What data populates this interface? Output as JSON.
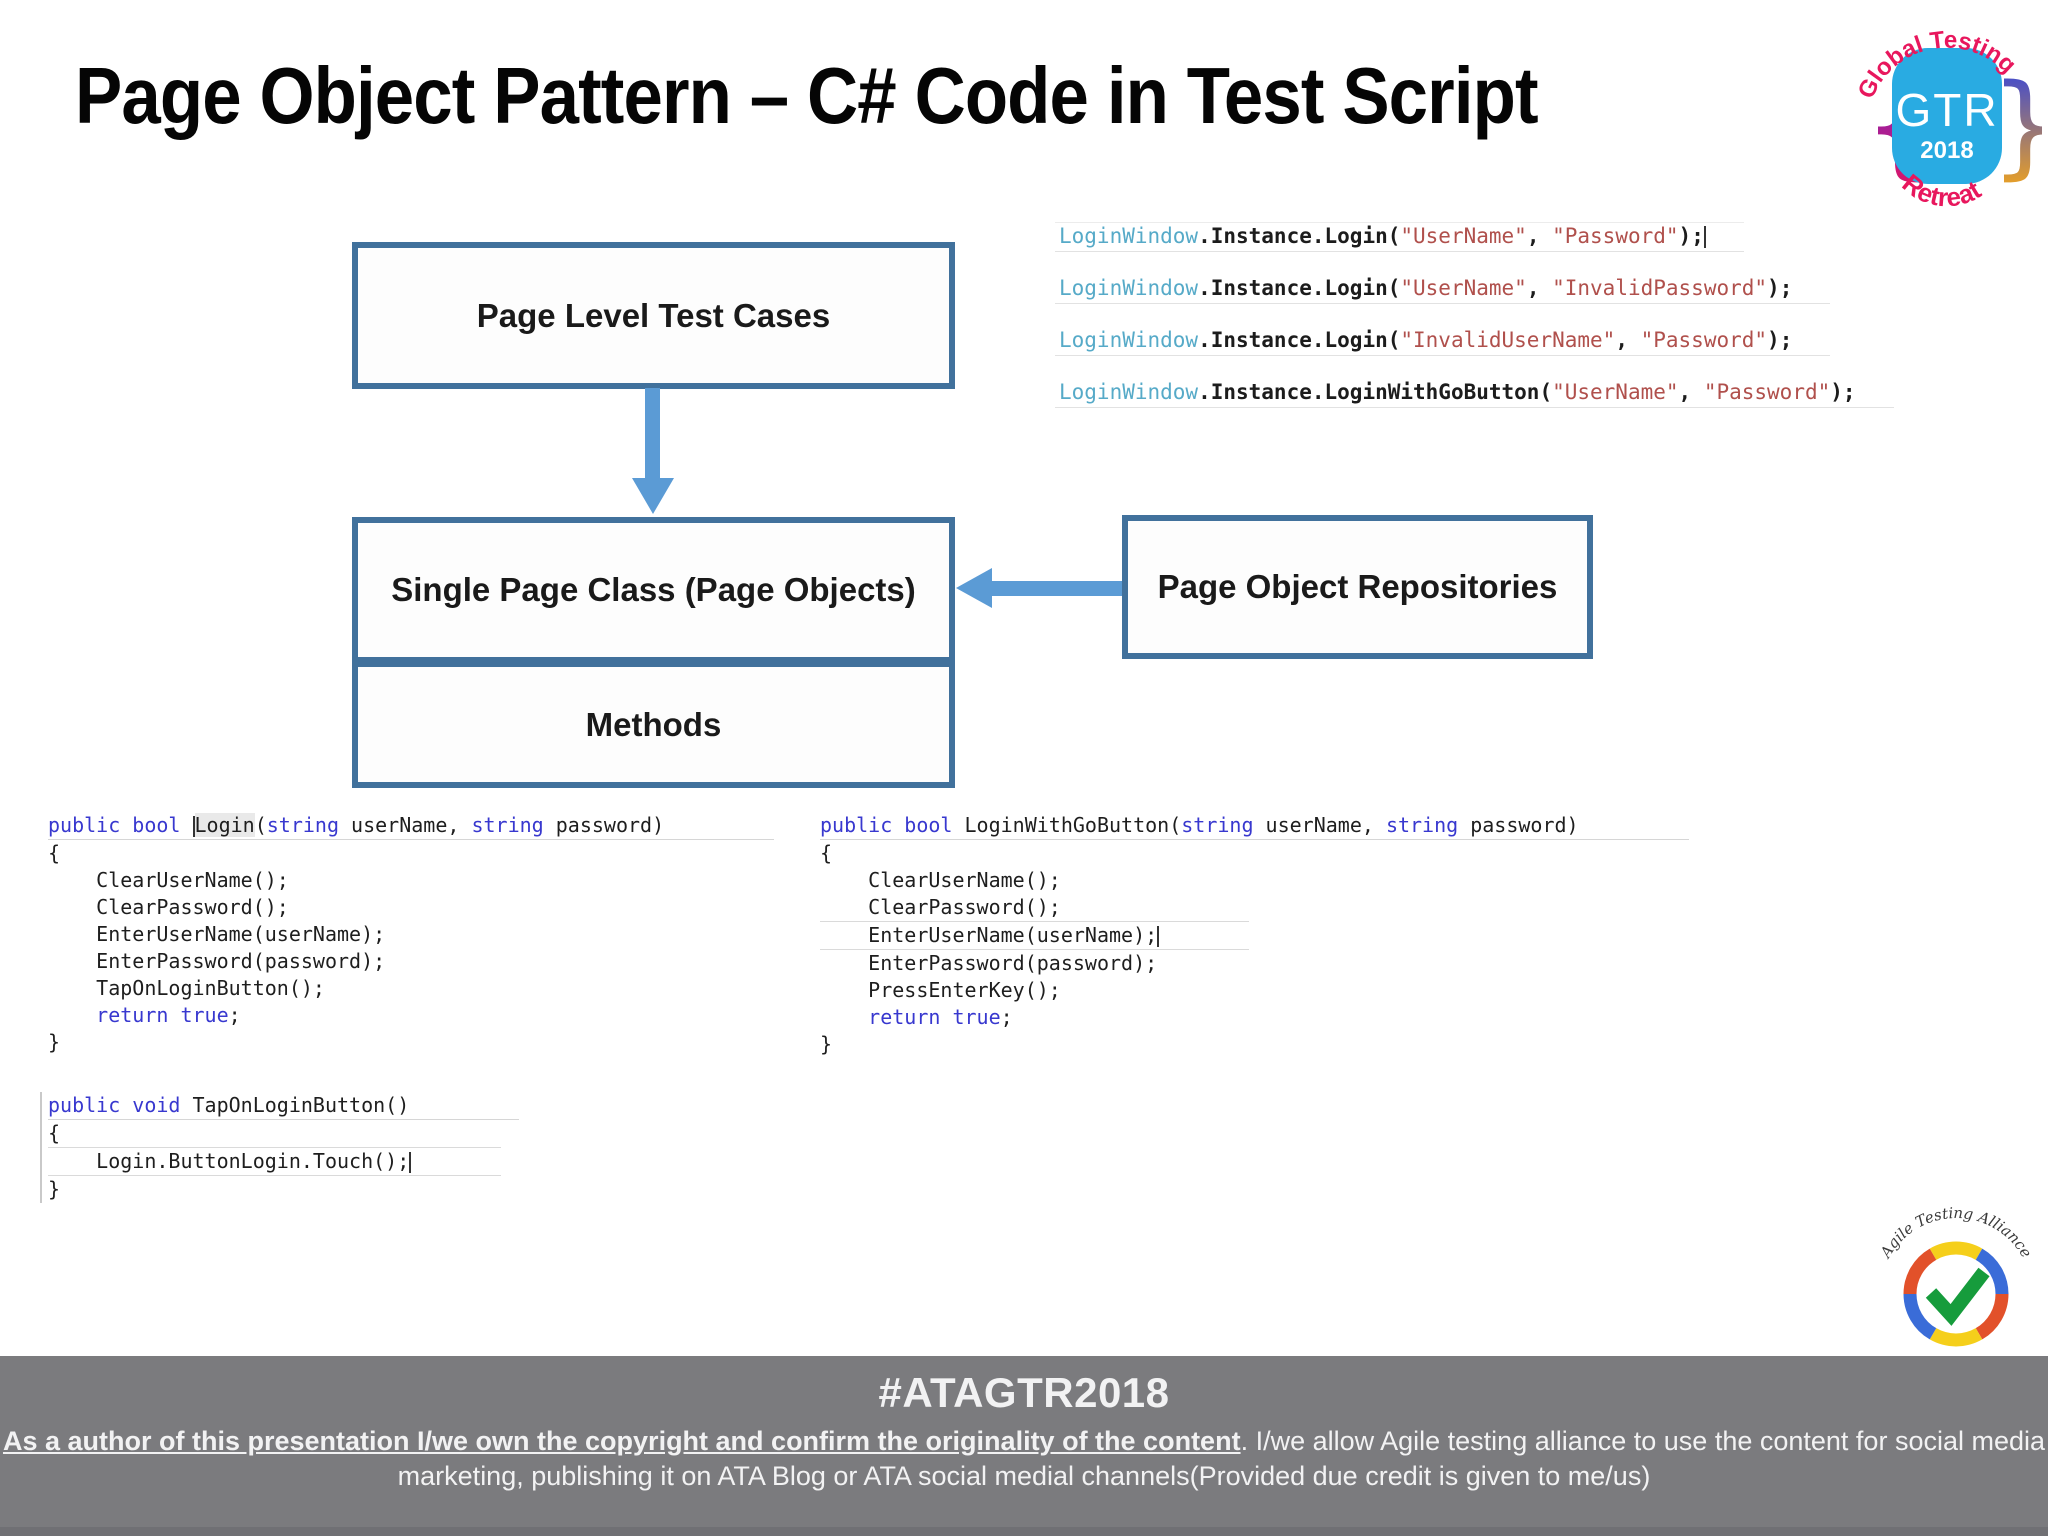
{
  "title": "Page Object Pattern – C# Code in Test Script",
  "gtr_logo": {
    "arc_top": "Global Testing",
    "acronym": "GTR",
    "year": "2018",
    "arc_bottom": "Retreat",
    "brace_left": "{",
    "brace_right": "}"
  },
  "diagram": {
    "box_test_cases": "Page Level Test Cases",
    "box_page_class": "Single Page Class (Page Objects)",
    "box_methods": "Methods",
    "box_repositories": "Page Object Repositories"
  },
  "test_script": {
    "lines": [
      {
        "cls": "u",
        "tokens": [
          [
            "type",
            "LoginWindow"
          ],
          [
            "plainb",
            ".Instance.Login("
          ],
          [
            "str",
            "\"UserName\""
          ],
          [
            "plainb",
            ", "
          ],
          [
            "str",
            "\"Password\""
          ],
          [
            "plainb",
            ");"
          ],
          [
            "cursor",
            ""
          ]
        ]
      },
      {
        "cls": "u",
        "tokens": [
          [
            "type",
            "LoginWindow"
          ],
          [
            "plainb",
            ".Instance.Login("
          ],
          [
            "str",
            "\"UserName\""
          ],
          [
            "plainb",
            ", "
          ],
          [
            "str",
            "\"InvalidPassword\""
          ],
          [
            "plainb",
            ");"
          ]
        ]
      },
      {
        "cls": "u",
        "tokens": [
          [
            "type",
            "LoginWindow"
          ],
          [
            "plainb",
            ".Instance.Login("
          ],
          [
            "str",
            "\"InvalidUserName\""
          ],
          [
            "plainb",
            ", "
          ],
          [
            "str",
            "\"Password\""
          ],
          [
            "plainb",
            ");"
          ]
        ]
      },
      {
        "cls": "u",
        "tokens": [
          [
            "type",
            "LoginWindow"
          ],
          [
            "plainb",
            ".Instance.LoginWithGoButton("
          ],
          [
            "str",
            "\"UserName\""
          ],
          [
            "plainb",
            ", "
          ],
          [
            "str",
            "\"Password\""
          ],
          [
            "plainb",
            ");"
          ]
        ]
      }
    ]
  },
  "code_login": {
    "lines": [
      {
        "cls": "u1",
        "tokens": [
          [
            "kw",
            "public bool"
          ],
          [
            "plain",
            " "
          ],
          [
            "cursor",
            ""
          ],
          [
            "sel",
            "Login"
          ],
          [
            "plain",
            "("
          ],
          [
            "kw",
            "string"
          ],
          [
            "plain",
            " userName, "
          ],
          [
            "kw",
            "string"
          ],
          [
            "plain",
            " password)"
          ]
        ]
      },
      {
        "tokens": [
          [
            "plain",
            "{"
          ]
        ]
      },
      {
        "tokens": [
          [
            "plain",
            "    ClearUserName();"
          ]
        ]
      },
      {
        "tokens": [
          [
            "plain",
            "    ClearPassword();"
          ]
        ]
      },
      {
        "tokens": [
          [
            "plain",
            "    EnterUserName(userName);"
          ]
        ]
      },
      {
        "tokens": [
          [
            "plain",
            "    EnterPassword(password);"
          ]
        ]
      },
      {
        "tokens": [
          [
            "plain",
            "    TapOnLoginButton();"
          ]
        ]
      },
      {
        "tokens": [
          [
            "plain",
            "    "
          ],
          [
            "kw",
            "return true"
          ],
          [
            "plain",
            ";"
          ]
        ]
      },
      {
        "tokens": [
          [
            "plain",
            "}"
          ]
        ]
      }
    ]
  },
  "code_tap": {
    "lines": [
      {
        "cls": "u1",
        "tokens": [
          [
            "kw",
            "public void"
          ],
          [
            "plain",
            " TapOnLoginButton()"
          ]
        ]
      },
      {
        "tokens": [
          [
            "plain",
            "{"
          ]
        ]
      },
      {
        "cls": "cur",
        "tokens": [
          [
            "plain",
            "    Login.ButtonLogin.Touch();"
          ],
          [
            "cursor",
            ""
          ]
        ]
      },
      {
        "tokens": [
          [
            "plain",
            "}"
          ]
        ]
      }
    ]
  },
  "code_go": {
    "lines": [
      {
        "cls": "u1",
        "tokens": [
          [
            "kw",
            "public bool"
          ],
          [
            "plain",
            " LoginWithGoButton("
          ],
          [
            "kw",
            "string"
          ],
          [
            "plain",
            " userName, "
          ],
          [
            "kw",
            "string"
          ],
          [
            "plain",
            " password)"
          ]
        ]
      },
      {
        "tokens": [
          [
            "plain",
            "{"
          ]
        ]
      },
      {
        "tokens": [
          [
            "plain",
            "    ClearUserName();"
          ]
        ]
      },
      {
        "tokens": [
          [
            "plain",
            "    ClearPassword();"
          ]
        ]
      },
      {
        "cls": "cur",
        "tokens": [
          [
            "plain",
            "    EnterUserName(userName);"
          ],
          [
            "cursor",
            ""
          ]
        ]
      },
      {
        "tokens": [
          [
            "plain",
            "    EnterPassword(password);"
          ]
        ]
      },
      {
        "tokens": [
          [
            "plain",
            "    PressEnterKey();"
          ]
        ]
      },
      {
        "tokens": [
          [
            "plain",
            "    "
          ],
          [
            "kw",
            "return true"
          ],
          [
            "plain",
            ";"
          ]
        ]
      },
      {
        "tokens": [
          [
            "plain",
            "}"
          ]
        ]
      }
    ]
  },
  "ata_logo": {
    "arc_text": "Agile Testing Alliance"
  },
  "footer": {
    "hashtag": "#ATAGTR2018",
    "line1_bold": "As a author of this presentation I/we own the copyright and confirm the originality of the content",
    "line1_rest": ". I/we allow Agile testing alliance to use the content for social media",
    "line2": "marketing, publishing it on ATA Blog or ATA social medial channels(Provided due credit is given to me/us)"
  },
  "colors": {
    "box_border_blue": "#41719c",
    "arrow_blue": "#5b9bd5",
    "code_type_teal": "#56aac8",
    "code_keyword_blue": "#3838cf",
    "code_string_red": "#b0504c",
    "footer_gray": "#7b7b7e",
    "logo_pink": "#e8175d",
    "logo_blue": "#29abe2",
    "check_green": "#169c3c"
  }
}
